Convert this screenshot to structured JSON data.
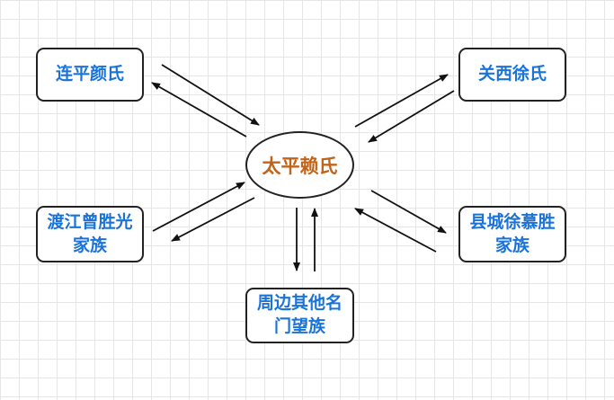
{
  "diagram": {
    "center": {
      "label": "太平赖氏",
      "color": "#c0641a"
    },
    "nodes": {
      "lianping": "连平颜氏",
      "guanxi": "关西徐氏",
      "dujiang": "渡江曾胜光\n家族",
      "xiancheng": "县城徐慕胜\n家族",
      "zhoubian": "周边其他名\n门望族"
    },
    "node_text_color": "#1a73d9",
    "arrow_color": "#111111",
    "connections": [
      {
        "from": "lianping",
        "to": "center",
        "bidirectional": true
      },
      {
        "from": "guanxi",
        "to": "center",
        "bidirectional": true
      },
      {
        "from": "dujiang",
        "to": "center",
        "bidirectional": true
      },
      {
        "from": "xiancheng",
        "to": "center",
        "bidirectional": true
      },
      {
        "from": "zhoubian",
        "to": "center",
        "bidirectional": true
      }
    ]
  }
}
